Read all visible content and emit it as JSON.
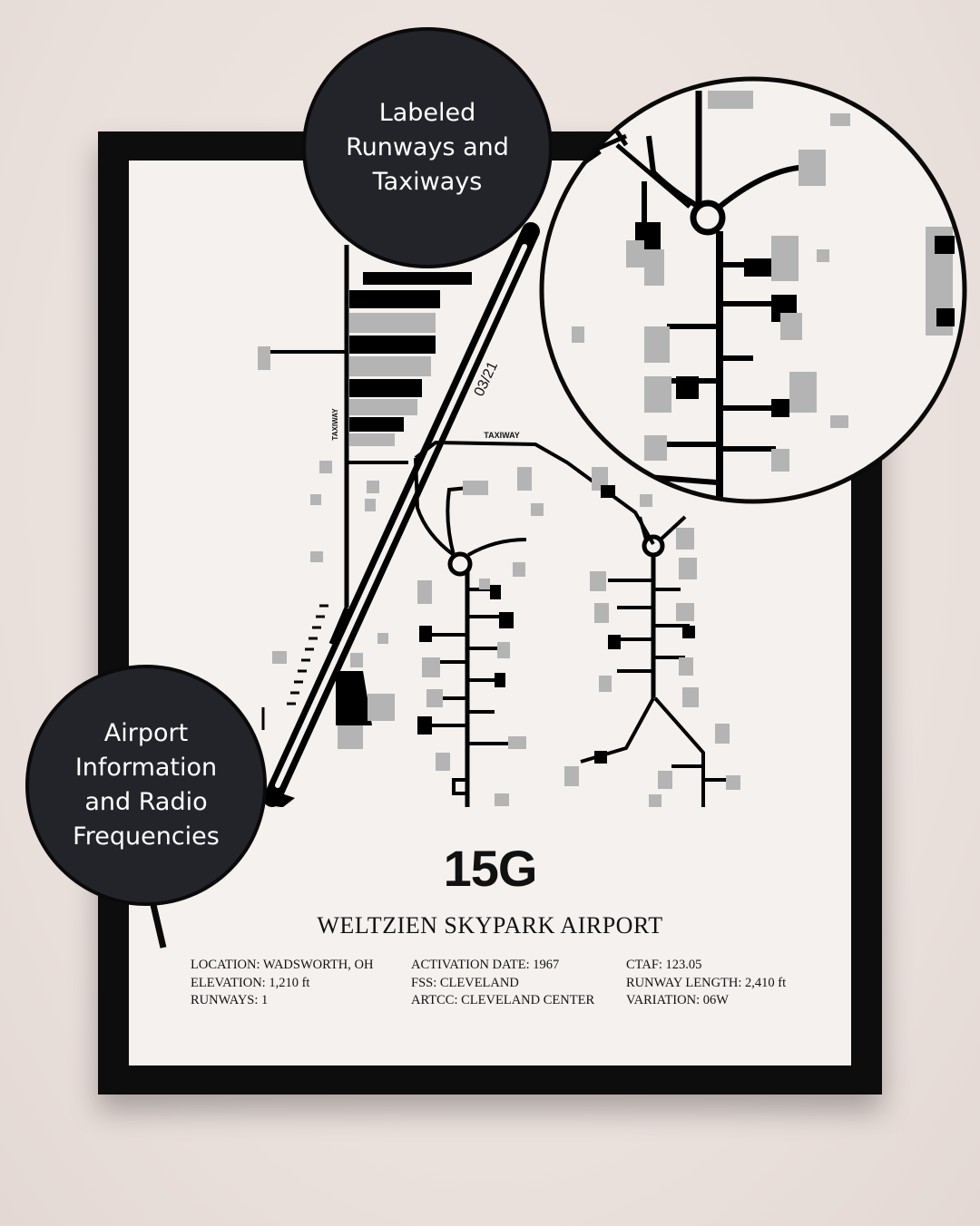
{
  "callouts": {
    "top_label": "Labeled\nRunways and\nTaxiways",
    "left_label": "Airport\nInformation\nand Radio\nFrequencies"
  },
  "map": {
    "runway_label": "03/21",
    "taxiway_label_vertical": "TAXIWAY",
    "taxiway_label_horizontal": "TAXIWAY"
  },
  "poster": {
    "code": "15G",
    "name": "WELTZIEN SKYPARK AIRPORT",
    "info": {
      "col1": [
        "LOCATION: WADSWORTH, OH",
        "ELEVATION: 1,210 ft",
        "RUNWAYS: 1"
      ],
      "col2": [
        "ACTIVATION DATE: 1967",
        "FSS: CLEVELAND",
        "ARTCC: CLEVELAND CENTER"
      ],
      "col3": [
        "CTAF: 123.05",
        "RUNWAY LENGTH: 2,410 ft",
        "VARIATION: 06W"
      ]
    }
  },
  "colors": {
    "wall": "#ede3df",
    "frame": "#0d0d0d",
    "mat": "#f4f1ee",
    "callout": "#23242a",
    "building_gray": "#b4b4b4"
  }
}
